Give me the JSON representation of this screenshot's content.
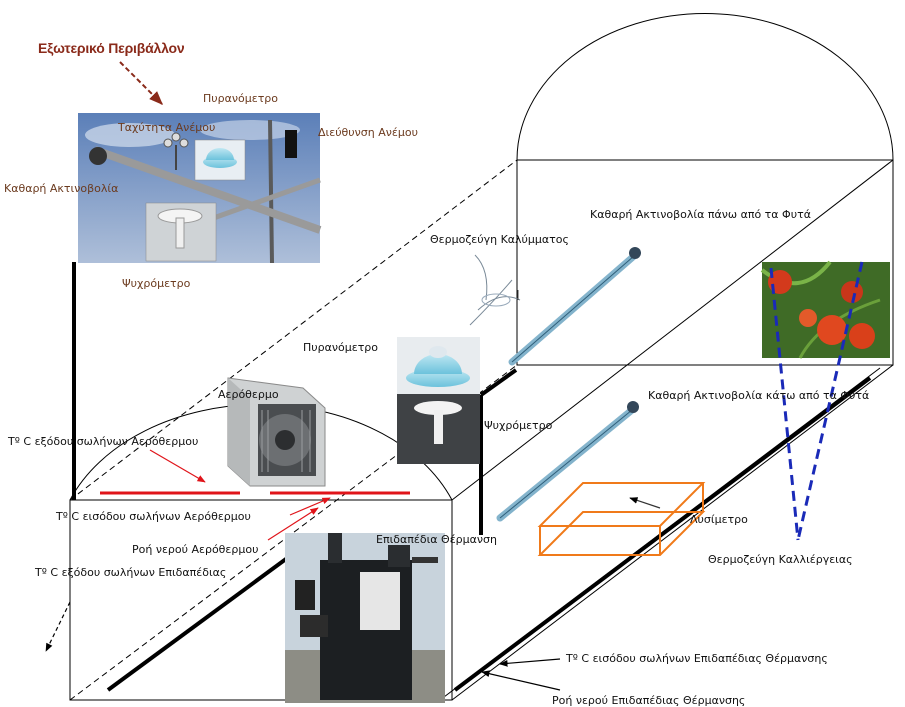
{
  "labels": {
    "external_environment": "Εξωτερικό Περιβάλλον",
    "pyranometer_outside": "Πυρανόμετρο",
    "wind_speed": "Ταχύτητα Ανέμου",
    "wind_direction": "Διεύθυνση Ανέμου",
    "net_radiation": "Καθαρή Ακτινοβολία",
    "psychrometer_outside": "Ψυχρόμετρο",
    "cover_thermocouple": "Θερμοζεύγη Καλύμματος",
    "net_radiation_above": "Καθαρή Ακτινοβολία πάνω από τα Φυτά",
    "pyranometer_inside": "Πυρανόμετρο",
    "psychrometer_inside": "Ψυχρόμετρο",
    "net_radiation_below": "Καθαρή Ακτινοβολία κάτω από τα Φυτά",
    "air_heater": "Αερόθερμο",
    "air_heater_outlet_temp": "Τº C εξόδου σωλήνων Αερόθερμου",
    "air_heater_inlet_temp": "Τº C εισόδου σωλήνων Αερόθερμου",
    "air_heater_water_flow": "Ροή νερού Αερόθερμου",
    "floor_heating": "Επιδαπέδια Θέρμανση",
    "floor_outlet_temp": "Τº C εξόδου σωλήνων Επιδαπέδιας",
    "lysimeter": "Λυσίμετρο",
    "crop_thermocouple": "Θερμοζεύγη Καλλιέργειας",
    "floor_inlet_temp": "Τº C εισόδου σωλήνων Επιδαπέδιας Θέρμανσης",
    "floor_water_flow": "Ροή νερού Επιδαπέδιας Θέρμανσης"
  },
  "colors": {
    "pipe_red": "#e0141a",
    "lysimeter_orange": "#f07a1a",
    "crop_thermocouple_blue": "#1a2ab8",
    "structure_black": "#000000",
    "arrow_brown": "#8a2a1a"
  }
}
